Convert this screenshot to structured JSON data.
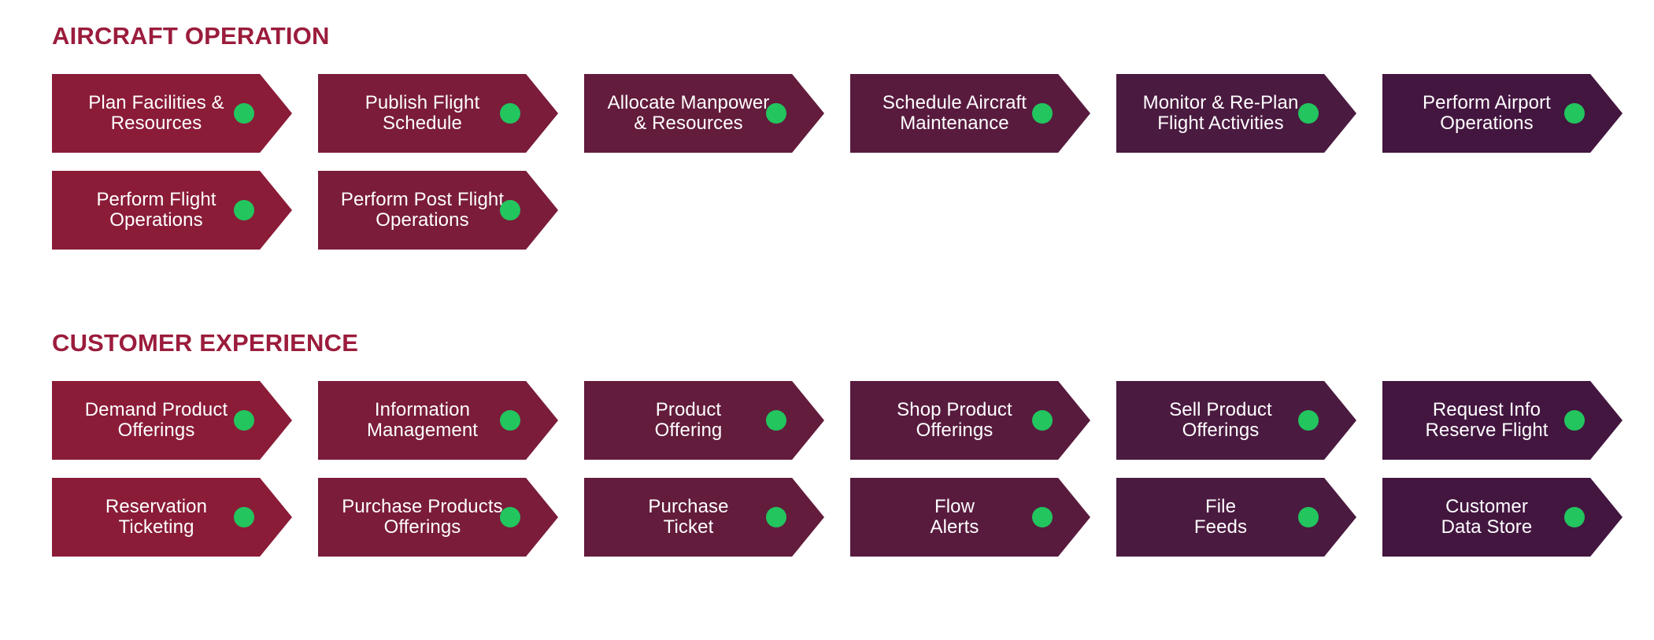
{
  "theme": {
    "background": "#ffffff",
    "heading_color": "#9B1C3C",
    "dot_color": "#22C55E",
    "label_color": "#ffffff",
    "column_colors": [
      "#8A1C38",
      "#7A1C3A",
      "#631C3C",
      "#581B3E",
      "#4B1A40",
      "#431640"
    ]
  },
  "sections": [
    {
      "id": "aircraft-operation",
      "title": "AIRCRAFT OPERATION",
      "rows": [
        [
          {
            "label": "Plan Facilities &\nResources",
            "status": "active"
          },
          {
            "label": "Publish Flight\nSchedule",
            "status": "active"
          },
          {
            "label": "Allocate Manpower\n& Resources",
            "status": "active"
          },
          {
            "label": "Schedule Aircraft\nMaintenance",
            "status": "active"
          },
          {
            "label": "Monitor & Re-Plan\nFlight Activities",
            "status": "active"
          },
          {
            "label": "Perform Airport\nOperations",
            "status": "active"
          }
        ],
        [
          {
            "label": "Perform Flight\nOperations",
            "status": "active"
          },
          {
            "label": "Perform Post Flight\nOperations",
            "status": "active"
          }
        ]
      ]
    },
    {
      "id": "customer-experience",
      "title": "CUSTOMER EXPERIENCE",
      "rows": [
        [
          {
            "label": "Demand Product\nOfferings",
            "status": "active"
          },
          {
            "label": "Information\nManagement",
            "status": "active"
          },
          {
            "label": "Product\nOffering",
            "status": "active"
          },
          {
            "label": "Shop Product\nOfferings",
            "status": "active"
          },
          {
            "label": "Sell Product\nOfferings",
            "status": "active"
          },
          {
            "label": "Request Info\nReserve Flight",
            "status": "active"
          }
        ],
        [
          {
            "label": "Reservation\nTicketing",
            "status": "active"
          },
          {
            "label": "Purchase Products\nOfferings",
            "status": "active"
          },
          {
            "label": "Purchase\nTicket",
            "status": "active"
          },
          {
            "label": "Flow\nAlerts",
            "status": "active"
          },
          {
            "label": "File\nFeeds",
            "status": "active"
          },
          {
            "label": "Customer\nData Store",
            "status": "active"
          }
        ]
      ]
    }
  ]
}
